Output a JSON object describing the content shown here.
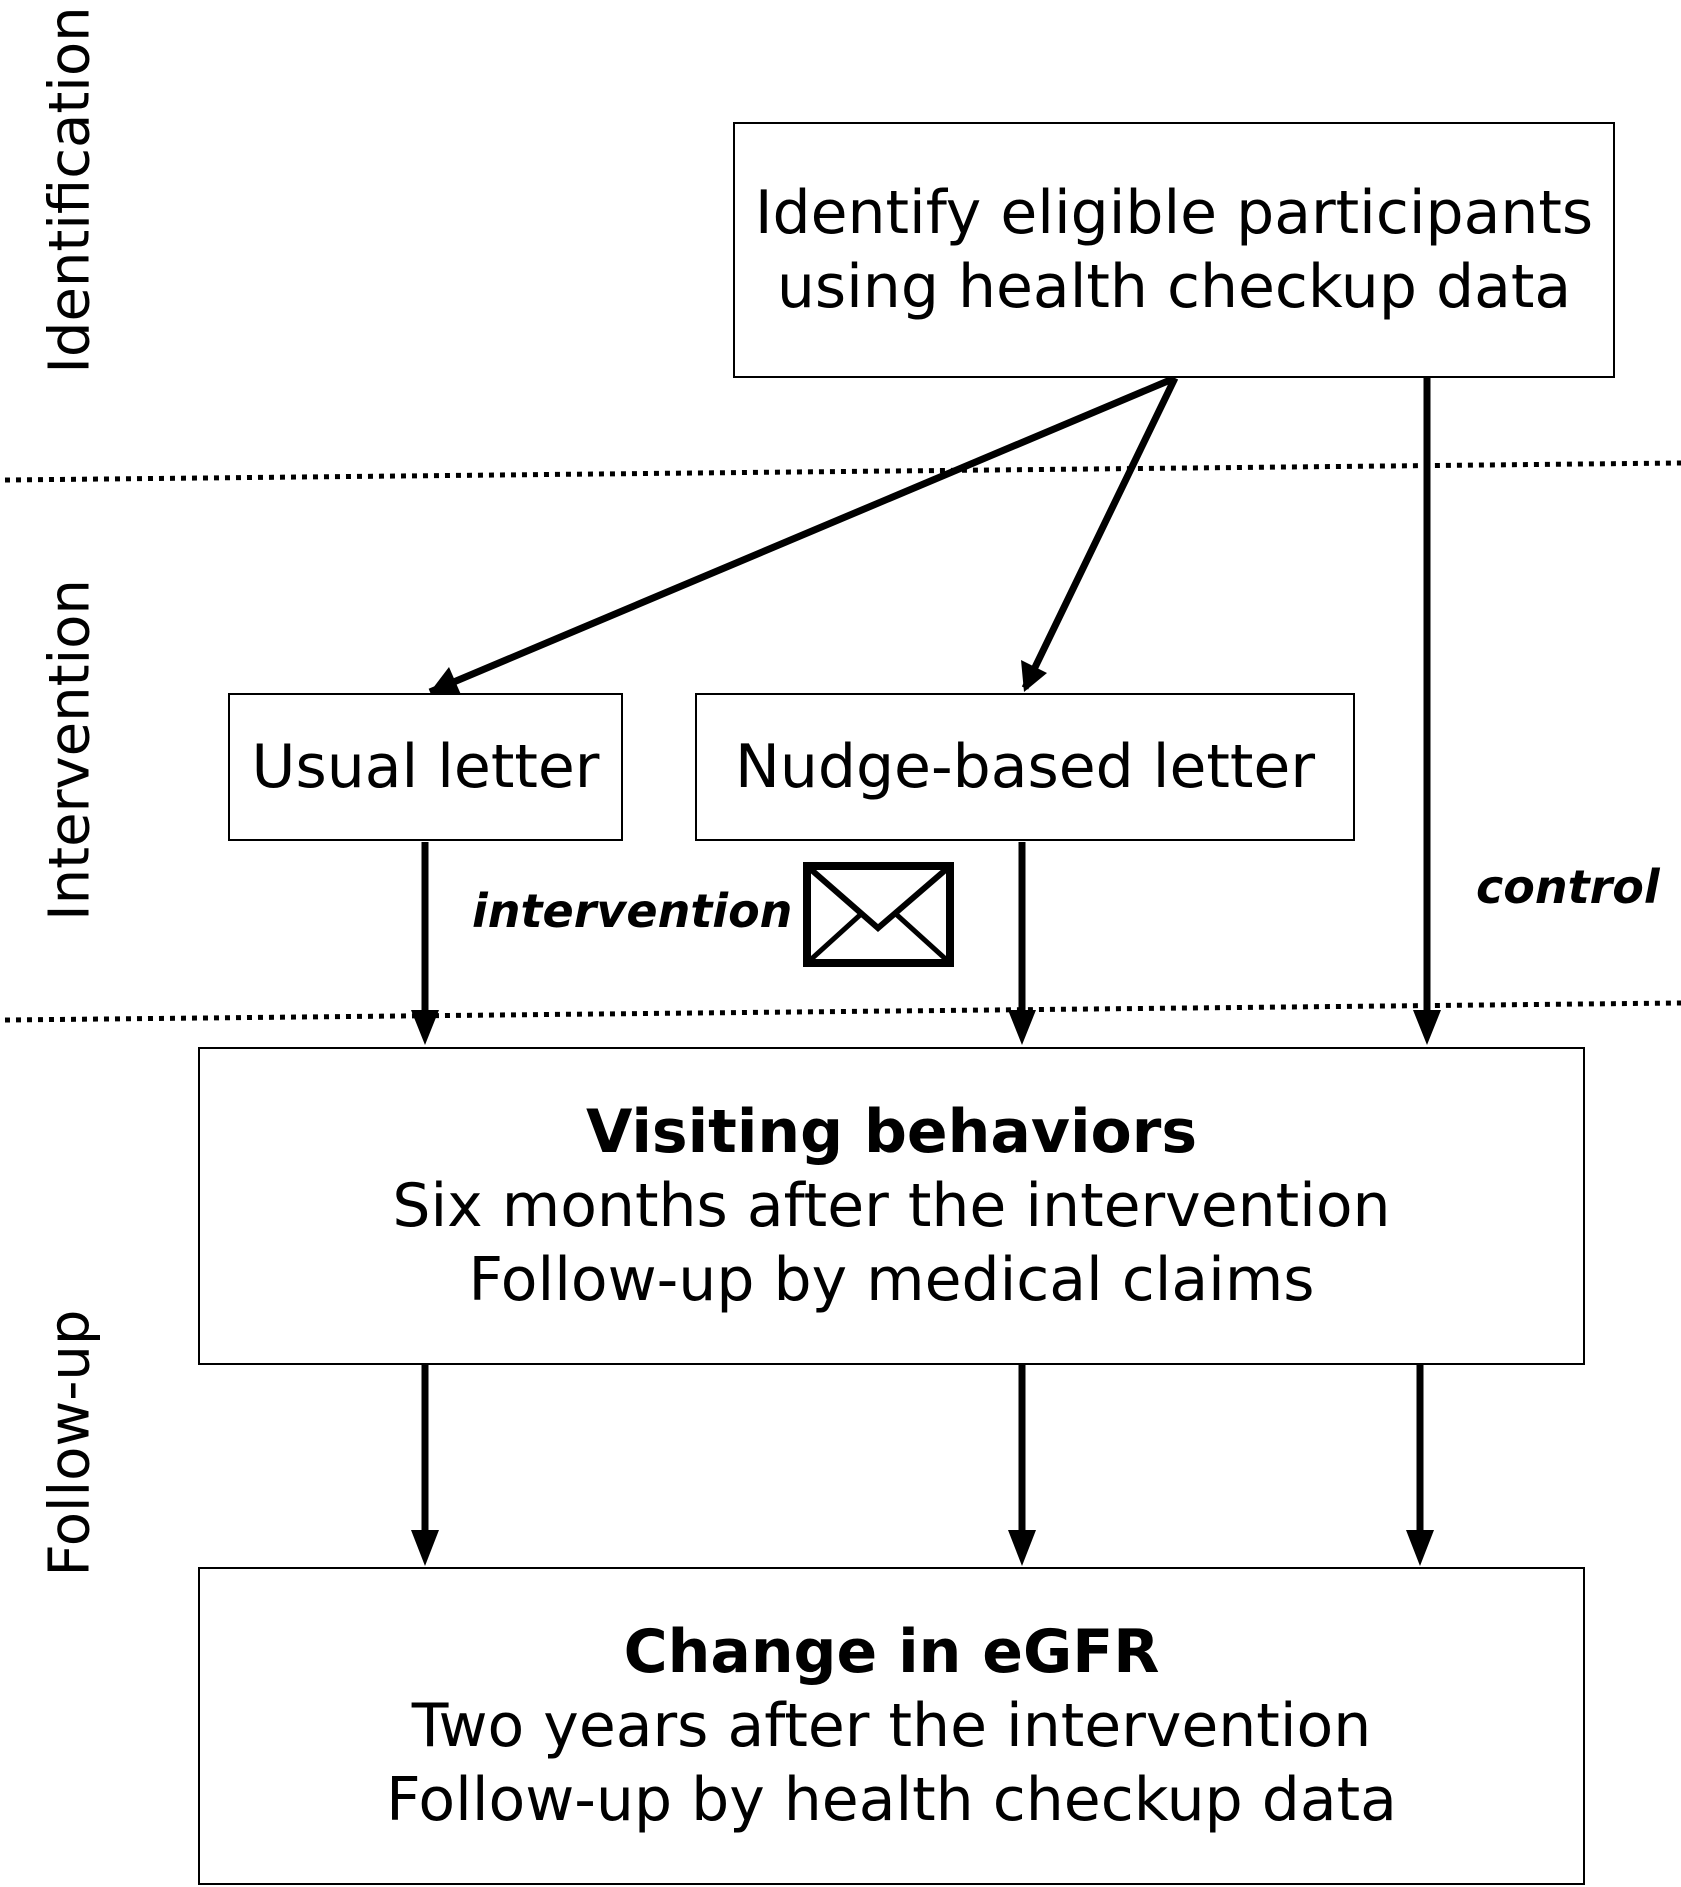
{
  "stages": {
    "identification": "Identification",
    "intervention": "Intervention",
    "follow_up": "Follow-up"
  },
  "boxes": {
    "identify": {
      "line1": "Identify eligible participants",
      "line2": "using health checkup data"
    },
    "usual_letter": "Usual letter",
    "nudge_letter": "Nudge-based letter",
    "visiting": {
      "title": "Visiting behaviors",
      "line1": "Six months after the intervention",
      "line2": "Follow-up by medical claims"
    },
    "egfr": {
      "title": "Change in eGFR",
      "line1": "Two years after the intervention",
      "line2": "Follow-up by health checkup data"
    }
  },
  "edge_labels": {
    "intervention": "intervention",
    "control": "control"
  },
  "icons": {
    "letter": "envelope-icon"
  }
}
